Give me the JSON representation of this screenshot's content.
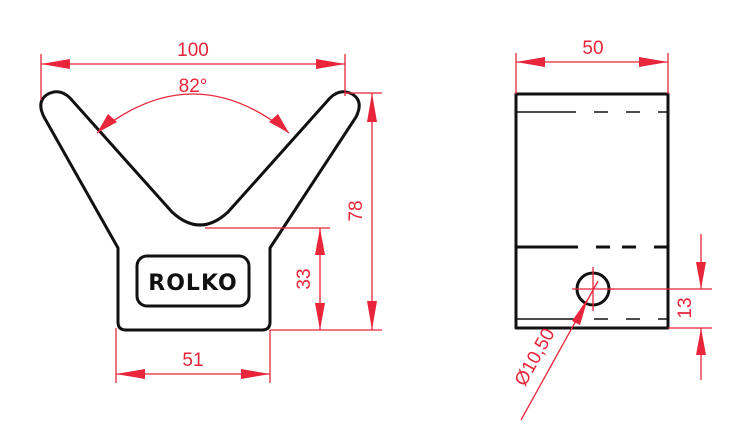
{
  "drawing": {
    "colors": {
      "outline": "#111111",
      "dimension": "#e8253a",
      "background": "#ffffff"
    },
    "front_view": {
      "logo_text": "ROLKO",
      "dimensions": {
        "overall_width": "100",
        "v_angle": "82°",
        "overall_height": "78",
        "base_height": "33",
        "base_width": "51"
      }
    },
    "side_view": {
      "dimensions": {
        "width": "50",
        "hole_offset": "13",
        "hole_diameter": "Ø10,50"
      }
    }
  }
}
